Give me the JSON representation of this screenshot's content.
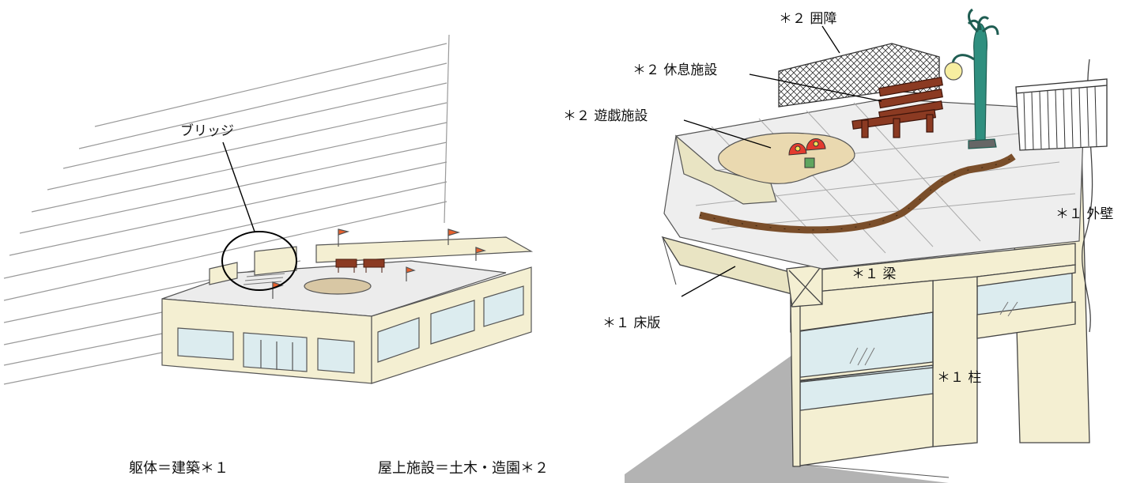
{
  "left_building": {
    "bridge_label": "ブリッジ"
  },
  "right_cutaway": {
    "labels": {
      "fence": "＊２ 囲障",
      "rest_facility": "＊２ 休息施設",
      "play_facility": "＊２ 遊戯施設",
      "exterior_wall": "＊１ 外壁",
      "beam": "＊１ 梁",
      "floor_slab": "＊１ 床版",
      "column": "＊１ 柱"
    }
  },
  "legend": {
    "structure": "躯体＝建築＊１",
    "rooftop": "屋上施設＝土木・造園＊２"
  },
  "colors": {
    "wall_cream": "#f4efd2",
    "floor_tile": "#ececec",
    "glass": "#dcecef",
    "bench_brown": "#8b3a22",
    "lamp_green": "#2f8f7f",
    "sandbox": "#ead9b0",
    "shadow_gray": "#b3b3b3",
    "flag_orange": "#e8602c"
  }
}
